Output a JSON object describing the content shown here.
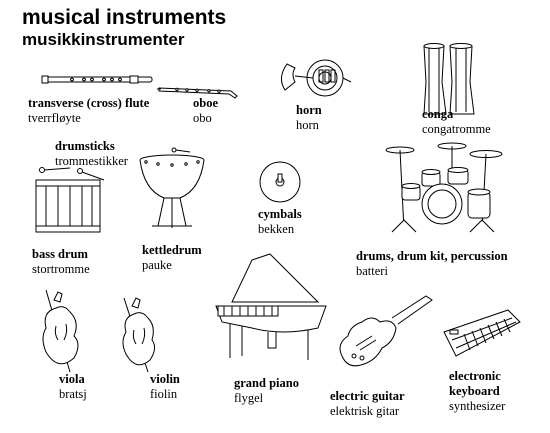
{
  "header": {
    "title": "musical instruments",
    "subtitle": "musikkinstrumenter"
  },
  "instruments": [
    {
      "en": "transverse (cross) flute",
      "no": "tverrfløyte",
      "icon": "flute-icon"
    },
    {
      "en": "oboe",
      "no": "obo",
      "icon": "oboe-icon"
    },
    {
      "en": "horn",
      "no": "horn",
      "icon": "horn-icon"
    },
    {
      "en": "conga",
      "no": "congatromme",
      "icon": "conga-icon"
    },
    {
      "en": "drumsticks",
      "no": "trommestikker",
      "icon": "drumsticks-icon"
    },
    {
      "en": "bass drum",
      "no": "stortromme",
      "icon": "bass-drum-icon"
    },
    {
      "en": "kettledrum",
      "no": "pauke",
      "icon": "kettledrum-icon"
    },
    {
      "en": "cymbals",
      "no": "bekken",
      "icon": "cymbals-icon"
    },
    {
      "en": "drums, drum kit, percussion",
      "no": "batteri",
      "icon": "drum-kit-icon"
    },
    {
      "en": "viola",
      "no": "bratsj",
      "icon": "viola-icon"
    },
    {
      "en": "violin",
      "no": "fiolin",
      "icon": "violin-icon"
    },
    {
      "en": "grand piano",
      "no": "flygel",
      "icon": "grand-piano-icon"
    },
    {
      "en": "electric guitar",
      "no": "elektrisk gitar",
      "icon": "electric-guitar-icon"
    },
    {
      "en": "electronic keyboard",
      "no": "synthesizer",
      "icon": "electronic-keyboard-icon"
    }
  ]
}
